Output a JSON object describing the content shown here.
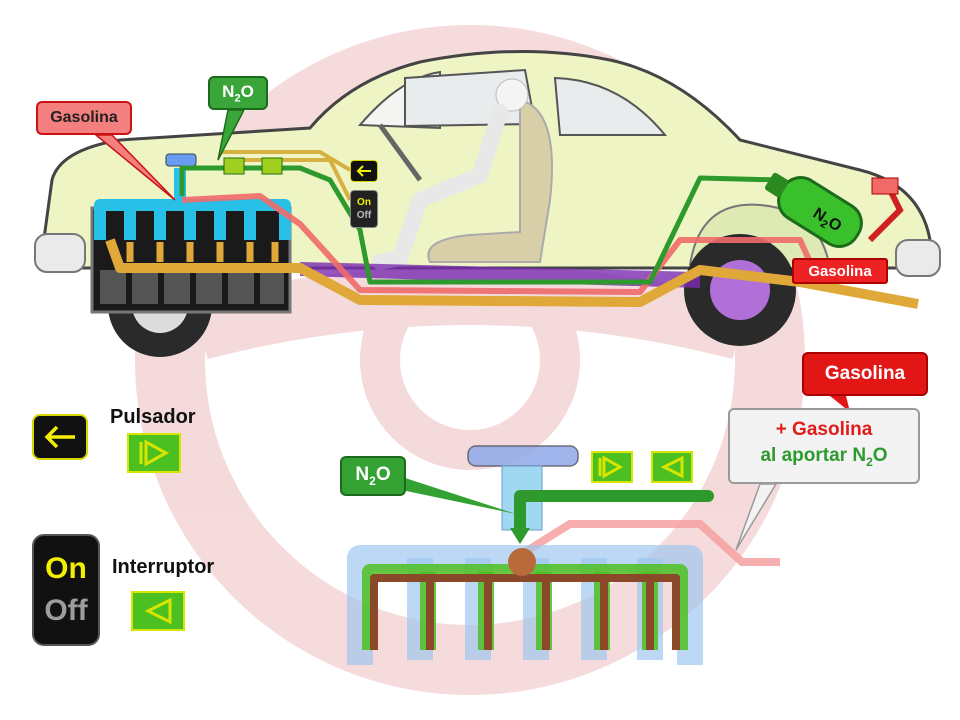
{
  "labels": {
    "gasolina_top": "Gasolina",
    "n2o_top": "N",
    "n2o_sub": "2",
    "n2o_o": "O",
    "gasolina_car": "Gasolina",
    "gasolina_big": "Gasolina",
    "info_line1": "+ Gasolina",
    "info_line2": "al aportar N",
    "info_sub": "2",
    "info_o": "O",
    "pulsador": "Pulsador",
    "interruptor": "Interruptor",
    "on": "On",
    "off": "Off",
    "tank_n": "N",
    "tank_sub": "2",
    "tank_o": "O"
  },
  "colors": {
    "gasoline_line": "#f06a6a",
    "n2o_line": "#2e9a2e",
    "exhaust": "#e0a838",
    "manifold_blue": "#29c0e8",
    "button_green": "#4cc020",
    "button_yellow": "#e6f000",
    "car_body": "#eef4c4"
  },
  "icons": {
    "pulsador_button": "push-valve-icon",
    "interruptor_button": "switch-valve-icon",
    "arrow_button": "left-arrow-icon"
  }
}
